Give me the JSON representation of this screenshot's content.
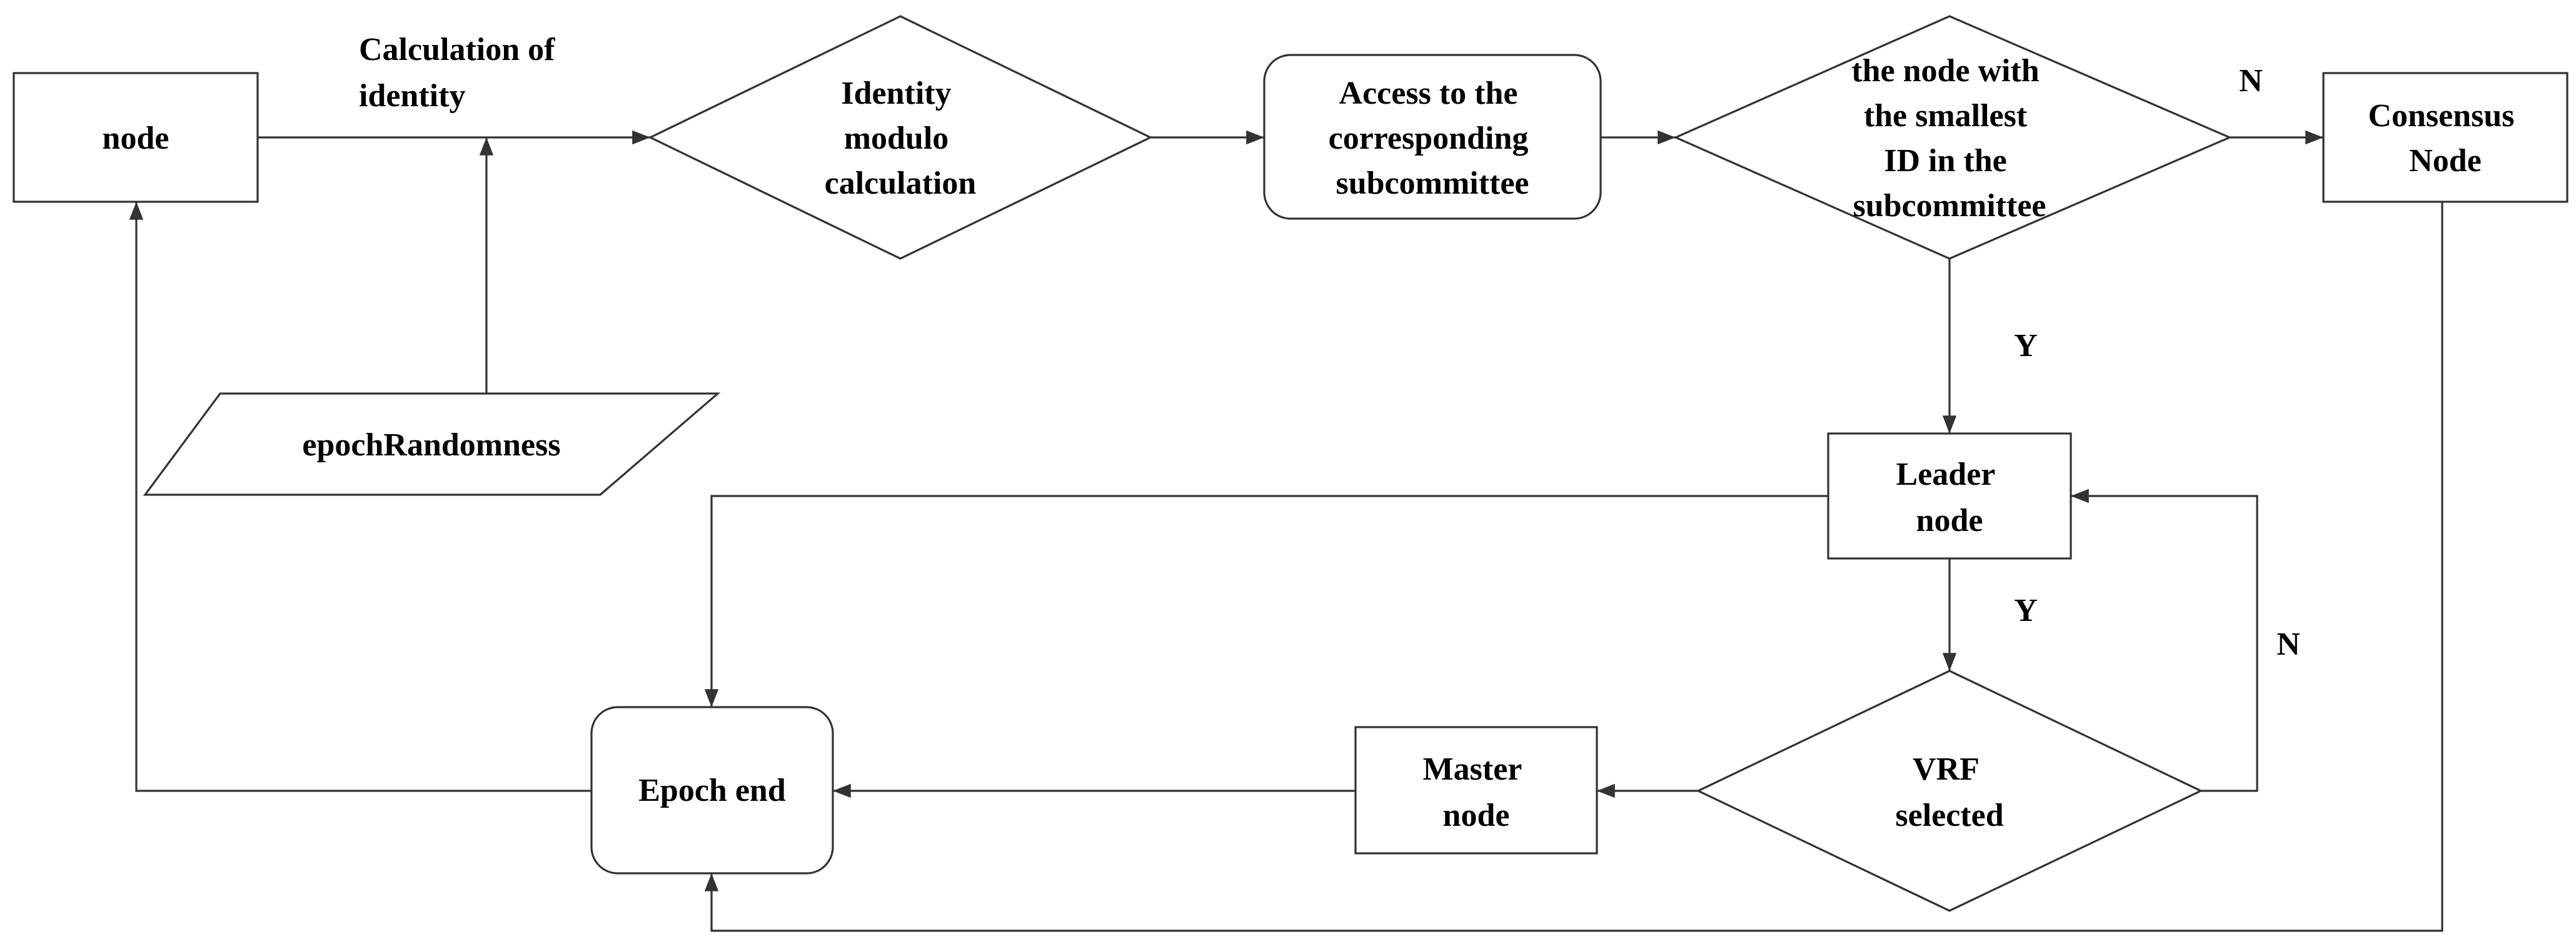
{
  "nodes": {
    "node": "node",
    "calculation_of_identity": [
      "Calculation of",
      "identity"
    ],
    "epoch_randomness": "epochRandomness",
    "identity_modulo": [
      "Identity",
      "modulo",
      "calculation"
    ],
    "access_subcommittee": [
      "Access to the",
      "corresponding",
      "subcommittee"
    ],
    "smallest_id_decision": [
      "the node with",
      "the smallest",
      "ID in the",
      "subcommittee"
    ],
    "consensus_node": [
      "Consensus",
      "Node"
    ],
    "leader_node": [
      "Leader",
      "node"
    ],
    "vrf_selected": [
      "VRF",
      "selected"
    ],
    "master_node": [
      "Master",
      "node"
    ],
    "epoch_end": "Epoch end"
  },
  "edge_labels": {
    "smallest_no": "N",
    "smallest_yes": "Y",
    "leader_to_vrf_yes": "Y",
    "vrf_no": "N"
  }
}
